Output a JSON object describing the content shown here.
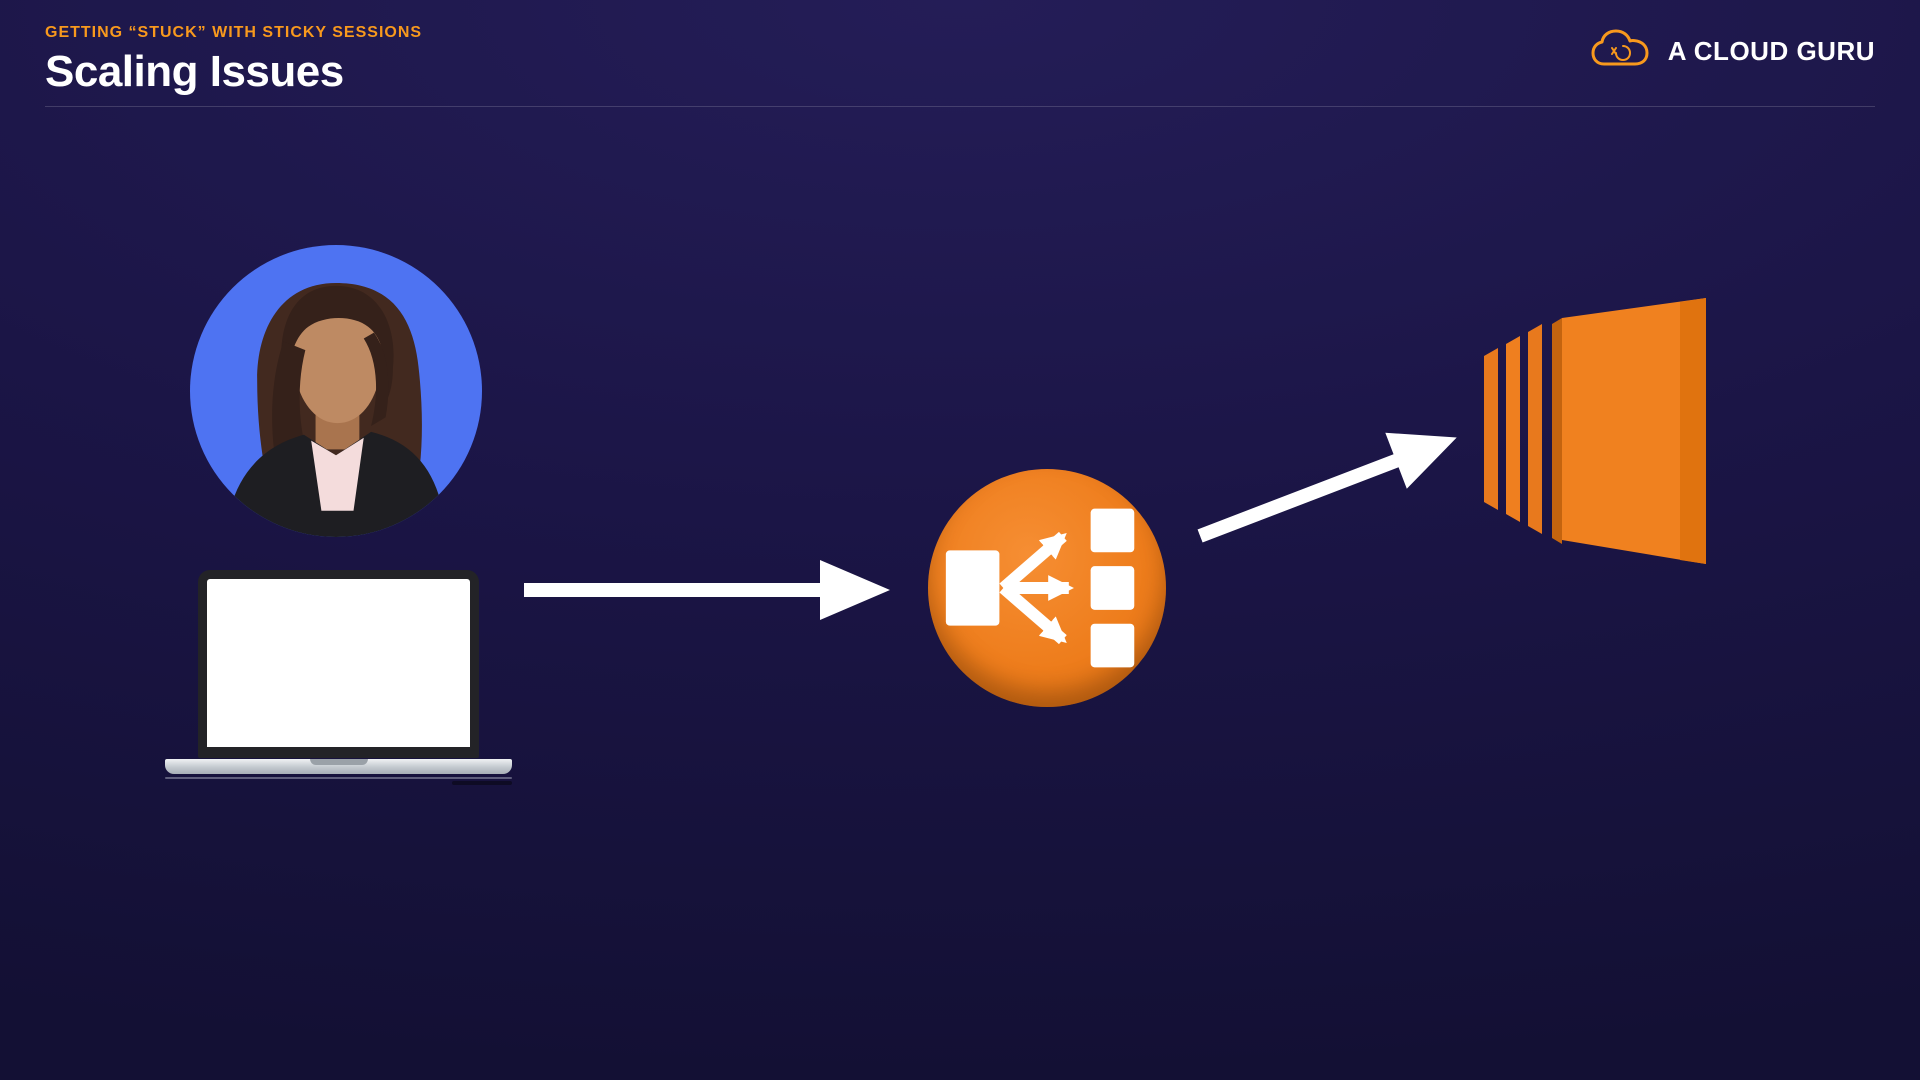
{
  "header": {
    "eyebrow": "GETTING “STUCK” WITH STICKY SESSIONS",
    "title": "Scaling Issues",
    "logo_text": "A CLOUD GURU"
  },
  "colors": {
    "background_top": "#241d57",
    "background_bottom": "#131034",
    "accent_orange": "#F8991D",
    "aws_orange": "#EE7D1C",
    "aws_orange_dark": "#C4640F",
    "avatar_blue": "#4E73F2",
    "arrow_white": "#FFFFFF"
  },
  "diagram": {
    "nodes": [
      {
        "name": "user-avatar",
        "icon": "person-avatar-icon"
      },
      {
        "name": "client-laptop",
        "icon": "laptop-icon"
      },
      {
        "name": "load-balancer",
        "icon": "aws-elastic-load-balancer-icon"
      },
      {
        "name": "server",
        "icon": "aws-ec2-instance-icon"
      }
    ],
    "flow": [
      {
        "from": "client-laptop",
        "to": "load-balancer"
      },
      {
        "from": "load-balancer",
        "to": "server"
      }
    ]
  }
}
